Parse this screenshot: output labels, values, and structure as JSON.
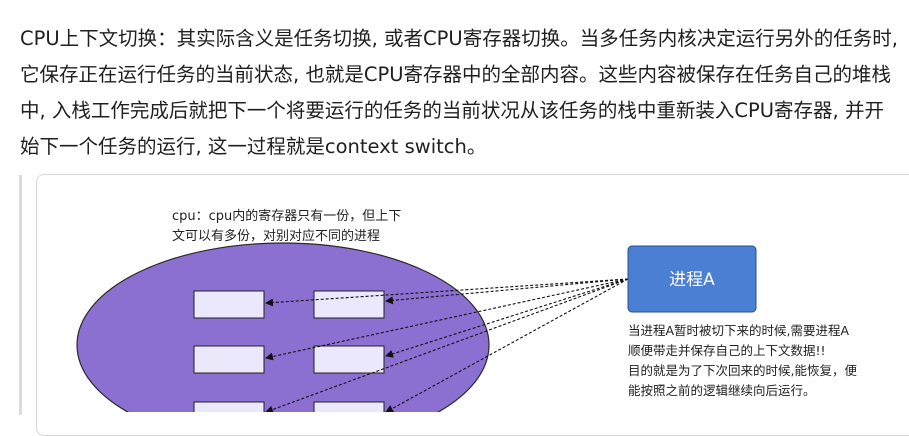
{
  "paragraph": "CPU上下文切换：其实际含义是任务切换, 或者CPU寄存器切换。当多任务内核决定运行另外的任务时, 它保存正在运行任务的当前状态, 也就是CPU寄存器中的全部内容。这些内容被保存在任务自己的堆栈中, 入栈工作完成后就把下一个将要运行的任务的当前状况从该任务的栈中重新装入CPU寄存器, 并开始下一个任务的运行, 这一过程就是context switch。",
  "diagram": {
    "cpu_note_line1": "cpu：cpu内的寄存器只有一份，但上下",
    "cpu_note_line2": "文可以有多份，对别对应不同的进程",
    "process_label": "进程A",
    "process_note_line1": "当进程A暂时被切下来的时候,需要进程A",
    "process_note_line2": "顺便带走并保存自己的上下文数据!!",
    "process_note_line3": "目的就是为了下次回来的时候,能恢复，便",
    "process_note_line4": "能按照之前的逻辑继续向后运行。",
    "colors": {
      "ellipse_fill": "#8b6fd1",
      "process_fill": "#4a7fd4",
      "register_fill": "#ece8fb"
    }
  }
}
